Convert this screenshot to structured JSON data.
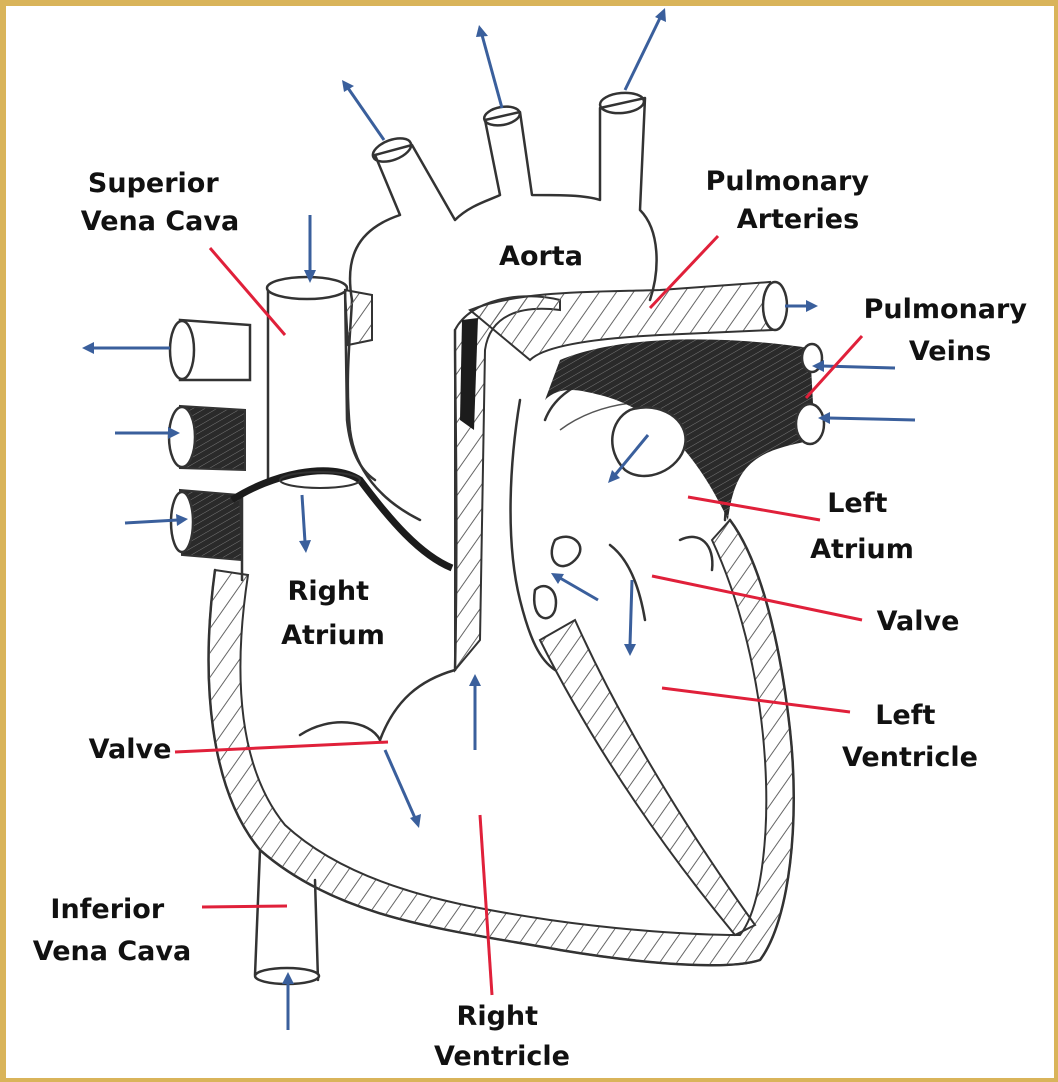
{
  "colors": {
    "frame": "#d9b45a",
    "leader": "#e0203a",
    "flow_arrow": "#3a5f9c",
    "ink": "#111111"
  },
  "labels": {
    "superior_vena_cava": [
      "Superior",
      "Vena Cava"
    ],
    "aorta": "Aorta",
    "pulmonary_arteries": [
      "Pulmonary",
      "Arteries"
    ],
    "pulmonary_veins": [
      "Pulmonary",
      "Veins"
    ],
    "left_atrium": [
      "Left",
      "Atrium"
    ],
    "valve_left": "Valve",
    "left_ventricle": [
      "Left",
      "Ventricle"
    ],
    "right_atrium": [
      "Right",
      "Atrium"
    ],
    "valve_right": "Valve",
    "inferior_vena_cava": [
      "Inferior",
      "Vena Cava"
    ],
    "right_ventricle": [
      "Right",
      "Ventricle"
    ]
  }
}
